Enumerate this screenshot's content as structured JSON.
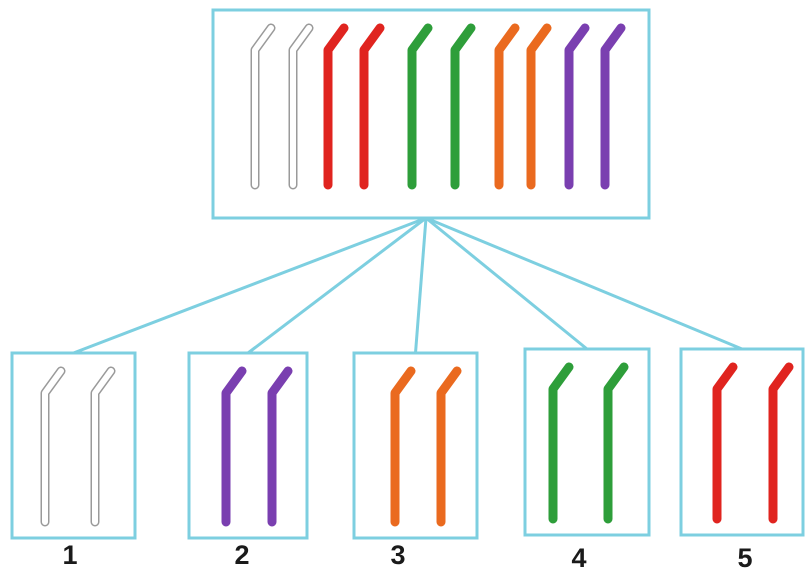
{
  "colors": {
    "frame": "#7dcfe0",
    "connector": "#7dcfe0",
    "white_rod_stroke": "#9a9a9a",
    "white_rod_fill": "#ffffff"
  },
  "top_group": {
    "rods": [
      {
        "color": "#ffffff",
        "icon": "white-rod"
      },
      {
        "color": "#ffffff",
        "icon": "white-rod"
      },
      {
        "color": "#e0241f",
        "icon": "red-rod"
      },
      {
        "color": "#e0241f",
        "icon": "red-rod"
      },
      {
        "color": "#2e9e3a",
        "icon": "green-rod"
      },
      {
        "color": "#2e9e3a",
        "icon": "green-rod"
      },
      {
        "color": "#ea6a1f",
        "icon": "orange-rod"
      },
      {
        "color": "#ea6a1f",
        "icon": "orange-rod"
      },
      {
        "color": "#7a3fb0",
        "icon": "purple-rod"
      },
      {
        "color": "#7a3fb0",
        "icon": "purple-rod"
      }
    ]
  },
  "groups": [
    {
      "label": "1",
      "color": "#ffffff",
      "icon": "white-rod"
    },
    {
      "label": "2",
      "color": "#7a3fb0",
      "icon": "purple-rod"
    },
    {
      "label": "3",
      "color": "#ea6a1f",
      "icon": "orange-rod"
    },
    {
      "label": "4",
      "color": "#2e9e3a",
      "icon": "green-rod"
    },
    {
      "label": "5",
      "color": "#e0241f",
      "icon": "red-rod"
    }
  ]
}
